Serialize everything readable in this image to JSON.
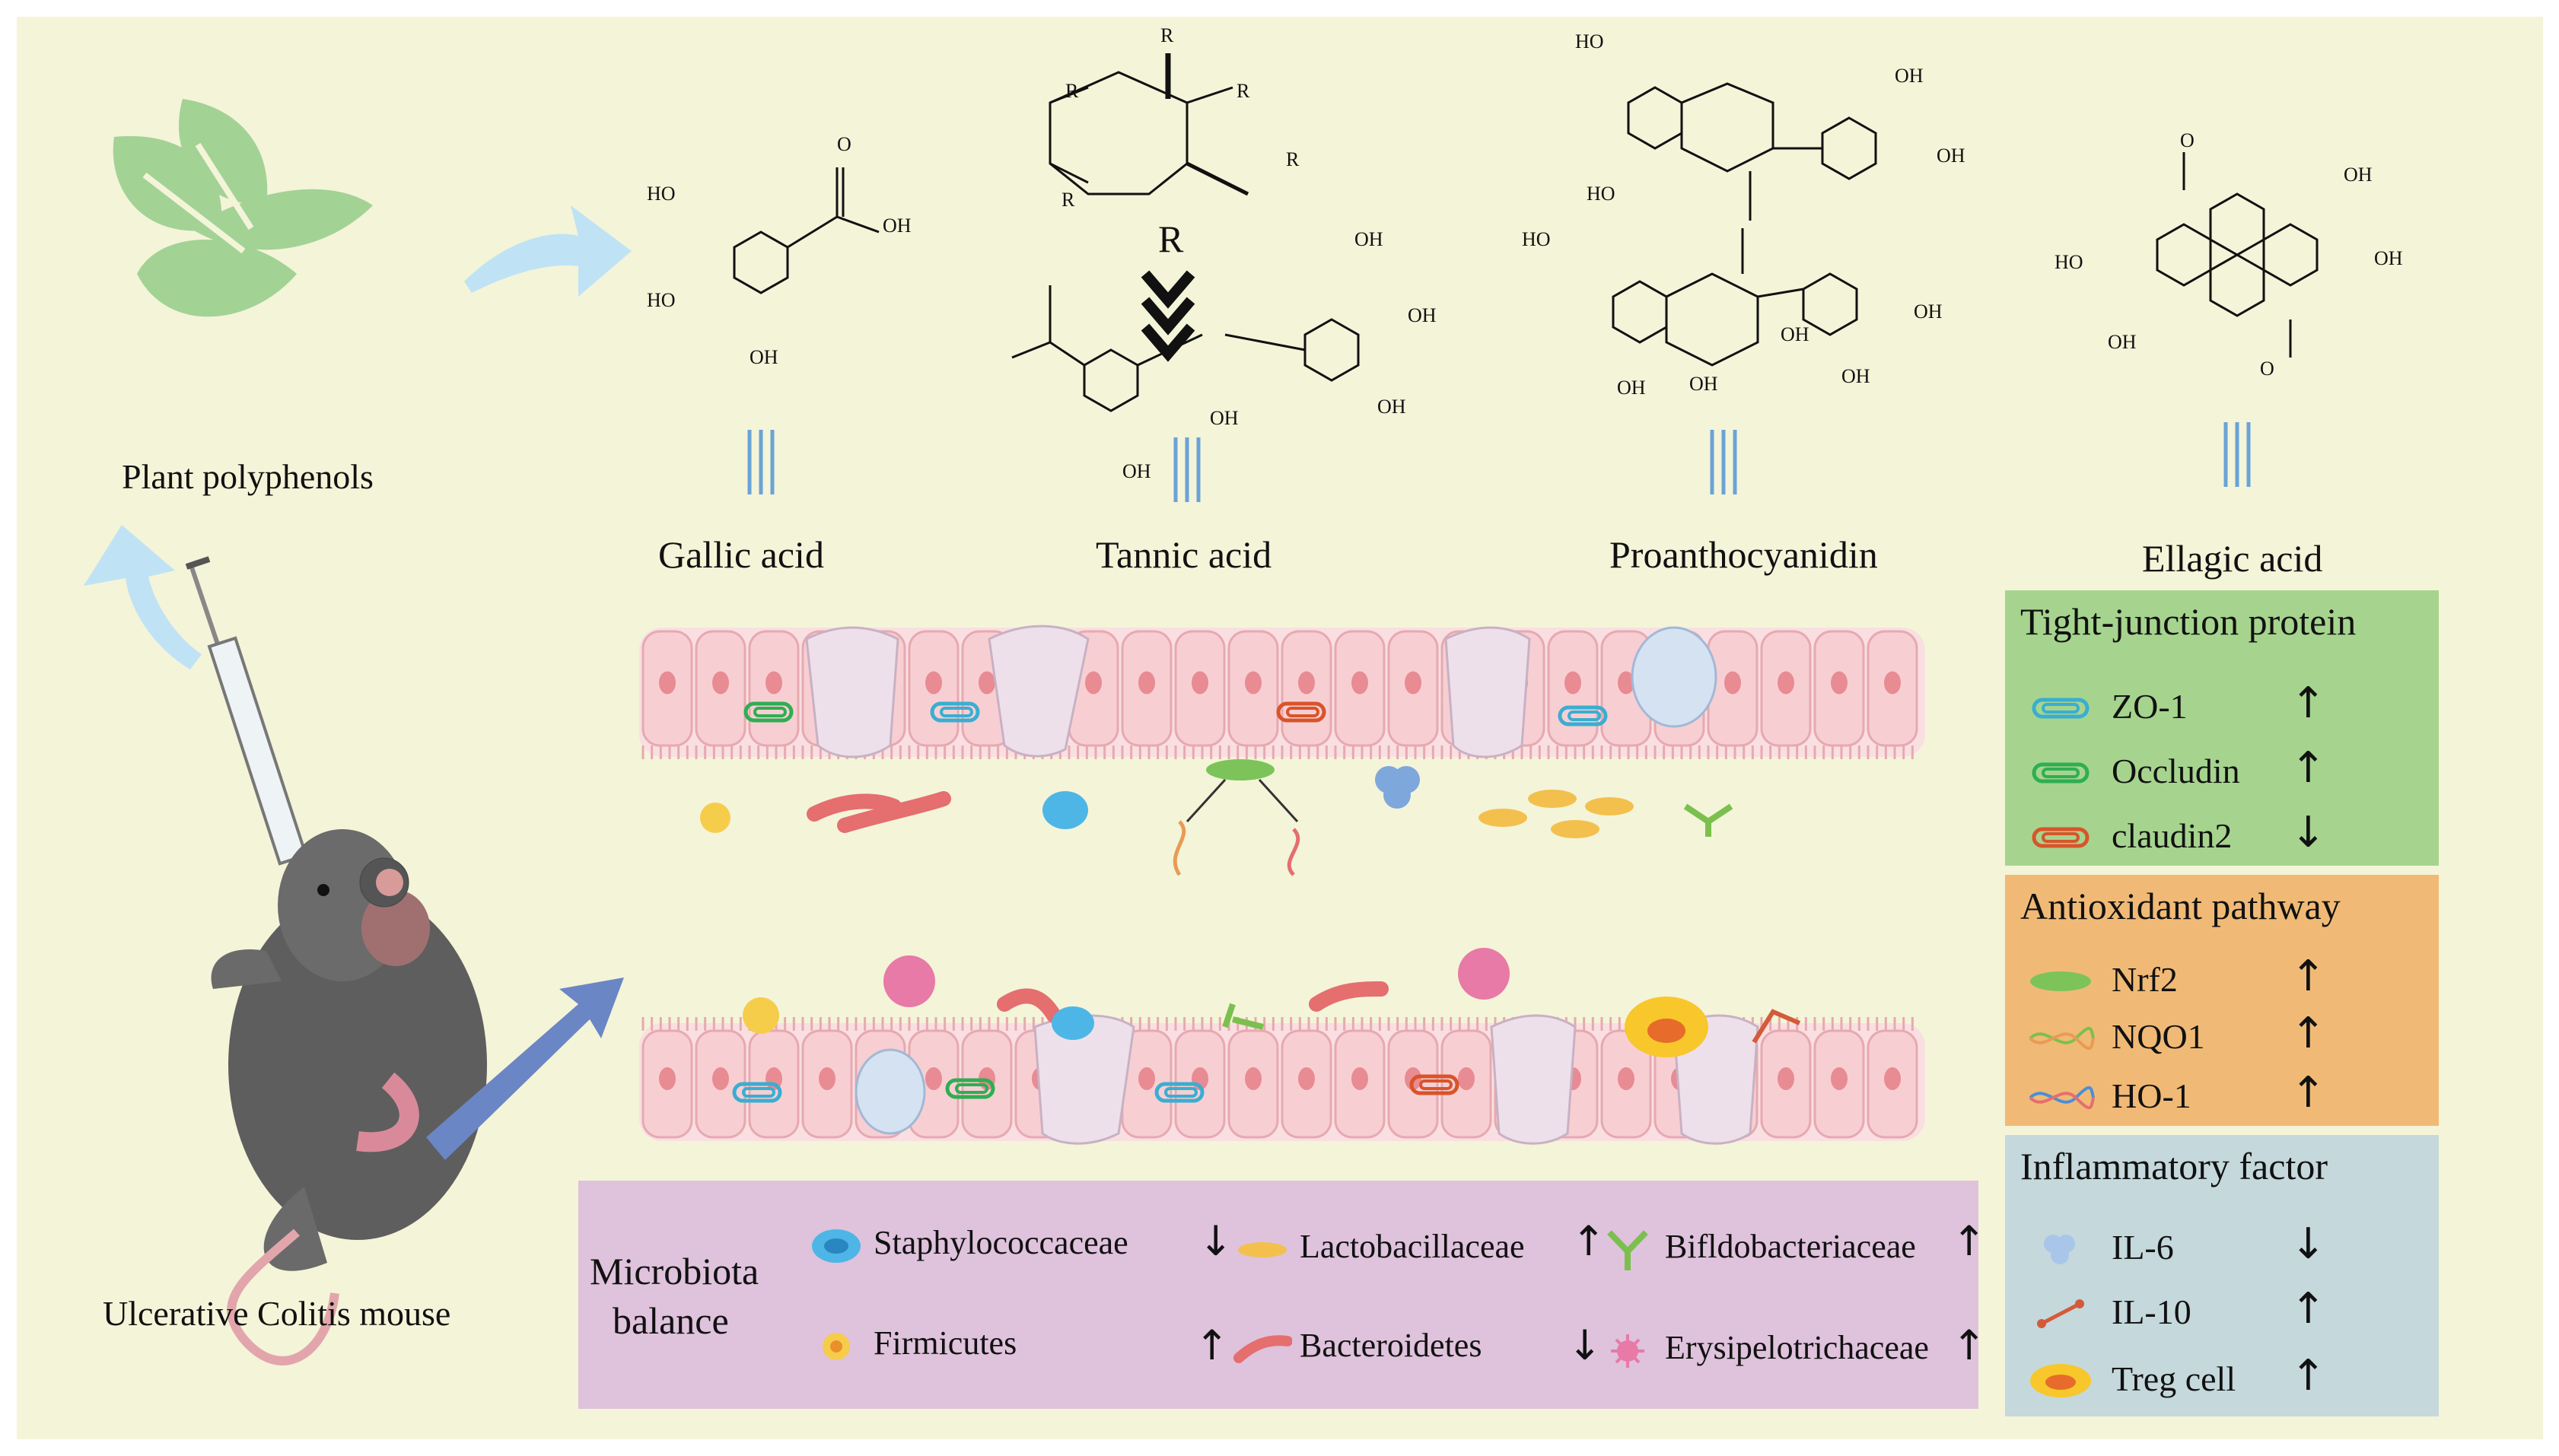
{
  "colors": {
    "background": "#f4f4d9",
    "tight_panel": "#a6d48e",
    "antiox_panel": "#f0ba76",
    "inflam_panel": "#c5d8dc",
    "microbiota_panel": "#dfc2dc",
    "arrow_blue": "#bfe3f5",
    "mouse_arrow": "#6b86c4",
    "leaf_green": "#a3d295",
    "cell_pink": "#f7cfd3"
  },
  "labels": {
    "plant": "Plant polyphenols",
    "mouse": "Ulcerative Colitis mouse",
    "gallic": "Gallic acid",
    "tannic": "Tannic acid",
    "proantho": "Proanthocyanidin",
    "ellagic": "Ellagic acid"
  },
  "structures": {
    "OH": "OH",
    "HO": "HO",
    "O": "O",
    "R": "R"
  },
  "tight_junction": {
    "title": "Tight-junction protein",
    "items": [
      {
        "label": "ZO-1",
        "arrow": "↑",
        "icon": "clip-blue-icon"
      },
      {
        "label": "Occludin",
        "arrow": "↑",
        "icon": "clip-green-icon"
      },
      {
        "label": "claudin2",
        "arrow": "↓",
        "icon": "clip-orange-icon"
      }
    ]
  },
  "antioxidant": {
    "title": "Antioxidant pathway",
    "items": [
      {
        "label": "Nrf2",
        "arrow": "↑",
        "icon": "green-oval-icon"
      },
      {
        "label": "NQO1",
        "arrow": "↑",
        "icon": "dna-green-icon"
      },
      {
        "label": "HO-1",
        "arrow": "↑",
        "icon": "dna-blue-icon"
      }
    ]
  },
  "inflammatory": {
    "title": "Inflammatory factor",
    "items": [
      {
        "label": "IL-6",
        "arrow": "↓",
        "icon": "il6-cluster-icon"
      },
      {
        "label": "IL-10",
        "arrow": "↑",
        "icon": "il10-stick-icon"
      },
      {
        "label": "Treg cell",
        "arrow": "↑",
        "icon": "treg-cell-icon"
      }
    ]
  },
  "microbiota": {
    "title_line1": "Microbiota",
    "title_line2": "balance",
    "items": [
      {
        "label": "Staphylococcaceae",
        "arrow": "↓",
        "icon": "staph-icon"
      },
      {
        "label": "Lactobacillaceae",
        "arrow": "↑",
        "icon": "lacto-icon"
      },
      {
        "label": "Bifldobacteriaceae",
        "arrow": "↑",
        "icon": "bifido-icon"
      },
      {
        "label": "Firmicutes",
        "arrow": "↑",
        "icon": "firmicutes-icon"
      },
      {
        "label": "Bacteroidetes",
        "arrow": "↓",
        "icon": "bacteroidetes-icon"
      },
      {
        "label": "Erysipelotrichaceae",
        "arrow": "↑",
        "icon": "erysipelo-icon"
      }
    ]
  }
}
